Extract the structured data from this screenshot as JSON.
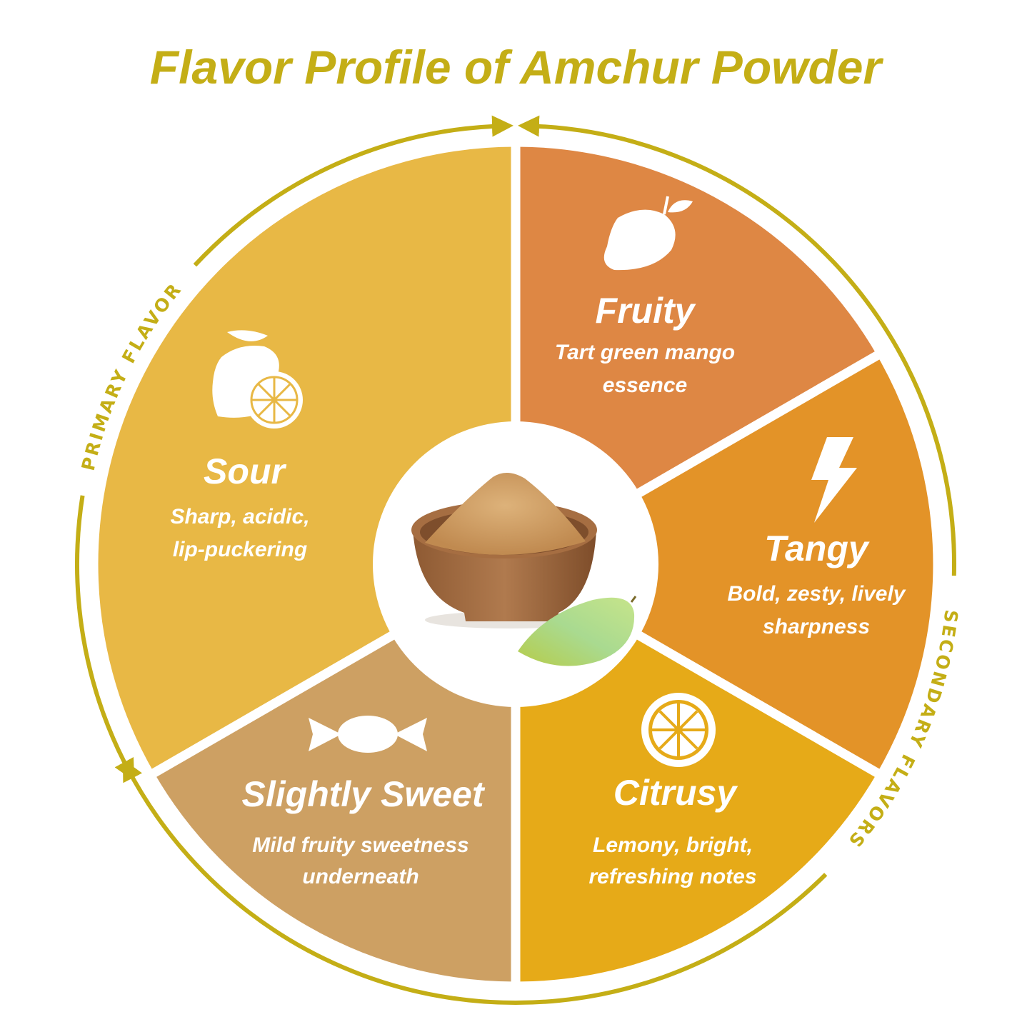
{
  "title": "Flavor Profile of Amchur Powder",
  "colors": {
    "accent": "#C4AE16",
    "sour": "#E8B845",
    "fruity": "#DE8744",
    "tangy": "#E39328",
    "citrusy": "#E6AA18",
    "sweet": "#CDA063"
  },
  "ring_labels": {
    "primary": "PRIMARY FLAVOR",
    "secondary": "SECONDARY FLAVORS"
  },
  "segments": [
    {
      "key": "sour",
      "icon": "lemon-icon",
      "title": "Sour",
      "desc": [
        "Sharp, acidic,",
        "lip-puckering"
      ]
    },
    {
      "key": "fruity",
      "icon": "mango-icon",
      "title": "Fruity",
      "desc": [
        "Tart green mango",
        "essence"
      ]
    },
    {
      "key": "tangy",
      "icon": "lightning-bolt-icon",
      "title": "Tangy",
      "desc": [
        "Bold, zesty, lively",
        "sharpness"
      ]
    },
    {
      "key": "citrusy",
      "icon": "citrus-slice-icon",
      "title": "Citrusy",
      "desc": [
        "Lemony, bright,",
        "refreshing notes"
      ]
    },
    {
      "key": "sweet",
      "icon": "candy-icon",
      "title": "Slightly Sweet",
      "desc": [
        "Mild fruity sweetness",
        "underneath"
      ]
    }
  ]
}
